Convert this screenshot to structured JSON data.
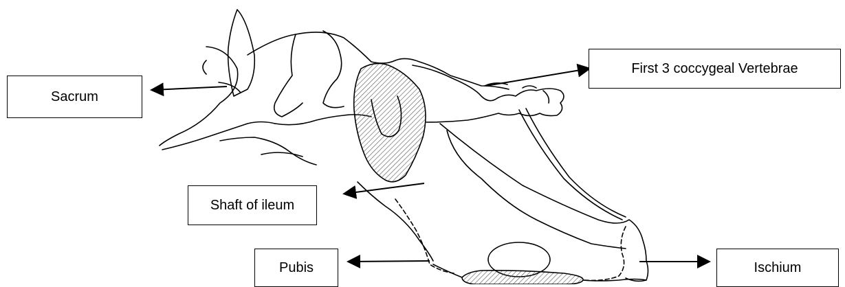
{
  "labels": {
    "sacrum": "Sacrum",
    "coccygeal": "First 3 coccygeal Vertebrae",
    "shaft": "Shaft of ileum",
    "pubis": "Pubis",
    "ischium": "Ischium"
  },
  "colors": {
    "line": "#000000",
    "background": "#ffffff",
    "hatch": "#555555"
  }
}
